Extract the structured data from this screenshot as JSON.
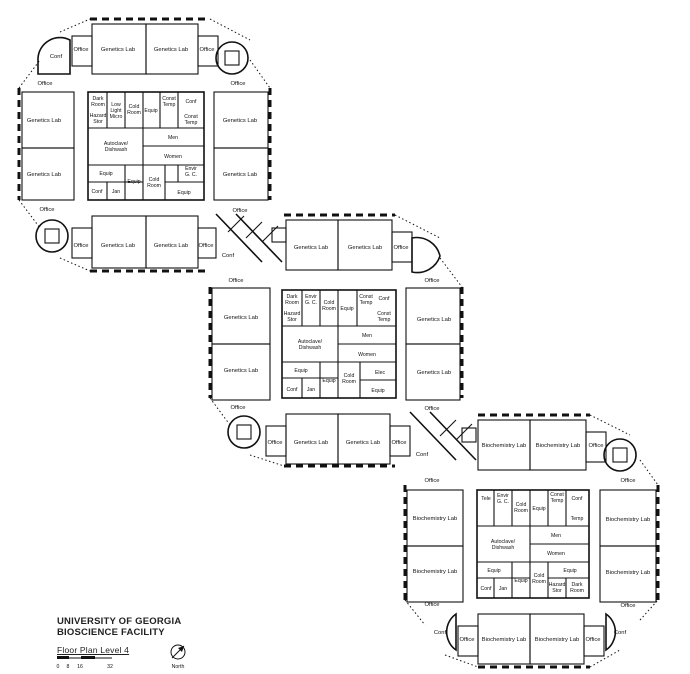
{
  "caption": {
    "line1": "UNIVERSITY OF GEORGIA",
    "line2": "BIOSCIENCE FACILITY",
    "floor": "Floor Plan Level 4",
    "scale_ticks": [
      "0",
      "8",
      "16",
      "32"
    ],
    "north": "North"
  },
  "labels": {
    "genetics": "Genetics Lab",
    "biochem": "Biochemistry Lab",
    "office": "Office",
    "conf": "Conf",
    "jan": "Jan",
    "equip": "Equip",
    "autoclave_1": "Autoclave/",
    "autoclave_2": "Dishwash",
    "men": "Men",
    "women": "Women",
    "dark_1": "Dark",
    "dark_2": "Room",
    "hazard_1": "Hazard",
    "hazard_2": "Stor",
    "lowlight_1": "Low",
    "lowlight_2": "Light",
    "lowlight_3": "Micro",
    "cold_1": "Cold",
    "cold_2": "Room",
    "const_1": "Const",
    "const_2": "Temp",
    "envir_1": "Envir",
    "envir_2": "G. C.",
    "elec": "Elec",
    "tele": "Tele"
  }
}
